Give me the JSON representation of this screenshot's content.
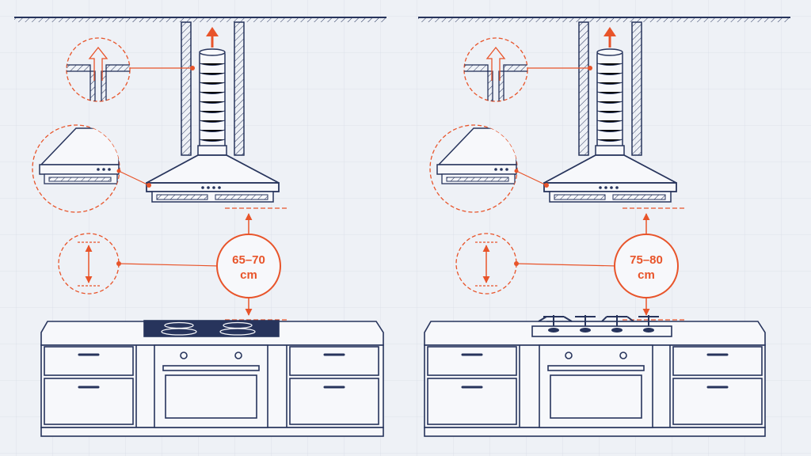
{
  "colors": {
    "background": "#eef1f6",
    "grid": "#d9dee8",
    "line": "#27345c",
    "accent": "#e8542a",
    "fill": "#f7f8fb"
  },
  "panels": [
    {
      "cooktop": "induction",
      "distance_value": "65–70",
      "distance_unit": "cm"
    },
    {
      "cooktop": "gas",
      "distance_value": "75–80",
      "distance_unit": "cm"
    }
  ],
  "icons": [
    "airflow-up-arrow-icon",
    "vent-duct-detail-icon",
    "hood-detail-icon",
    "height-arrow-icon"
  ]
}
